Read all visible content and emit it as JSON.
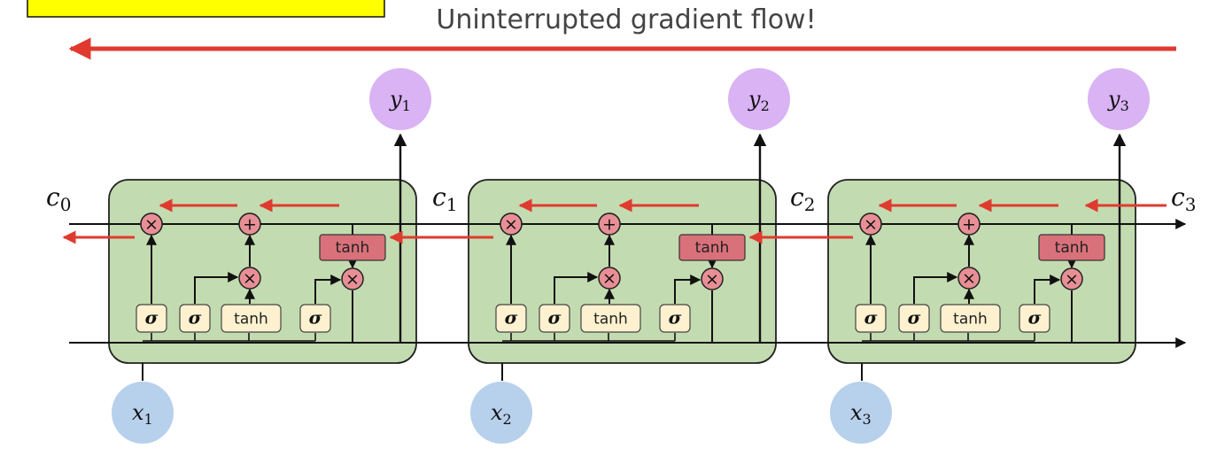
{
  "title": "Uninterrupted gradient flow!",
  "colors": {
    "highlight_box": "#ffff00",
    "gradient_arrow": "#e03a2f",
    "cell_fill": "#c3dbb0",
    "op_node": "#e88f96",
    "input_node": "#b7d0ec",
    "output_node": "#d9b3f4",
    "gate_box": "#fdf1cf",
    "tanh_box": "#d9717a"
  },
  "gates": {
    "sigma": "σ",
    "tanh": "tanh"
  },
  "ops": {
    "multiply": "×",
    "add": "+"
  },
  "states": [
    {
      "base": "c",
      "sub": "0"
    },
    {
      "base": "c",
      "sub": "1"
    },
    {
      "base": "c",
      "sub": "2"
    },
    {
      "base": "c",
      "sub": "3"
    }
  ],
  "cells": [
    {
      "input": {
        "base": "x",
        "sub": "1"
      },
      "output": {
        "base": "y",
        "sub": "1"
      }
    },
    {
      "input": {
        "base": "x",
        "sub": "2"
      },
      "output": {
        "base": "y",
        "sub": "2"
      }
    },
    {
      "input": {
        "base": "x",
        "sub": "3"
      },
      "output": {
        "base": "y",
        "sub": "3"
      }
    }
  ]
}
